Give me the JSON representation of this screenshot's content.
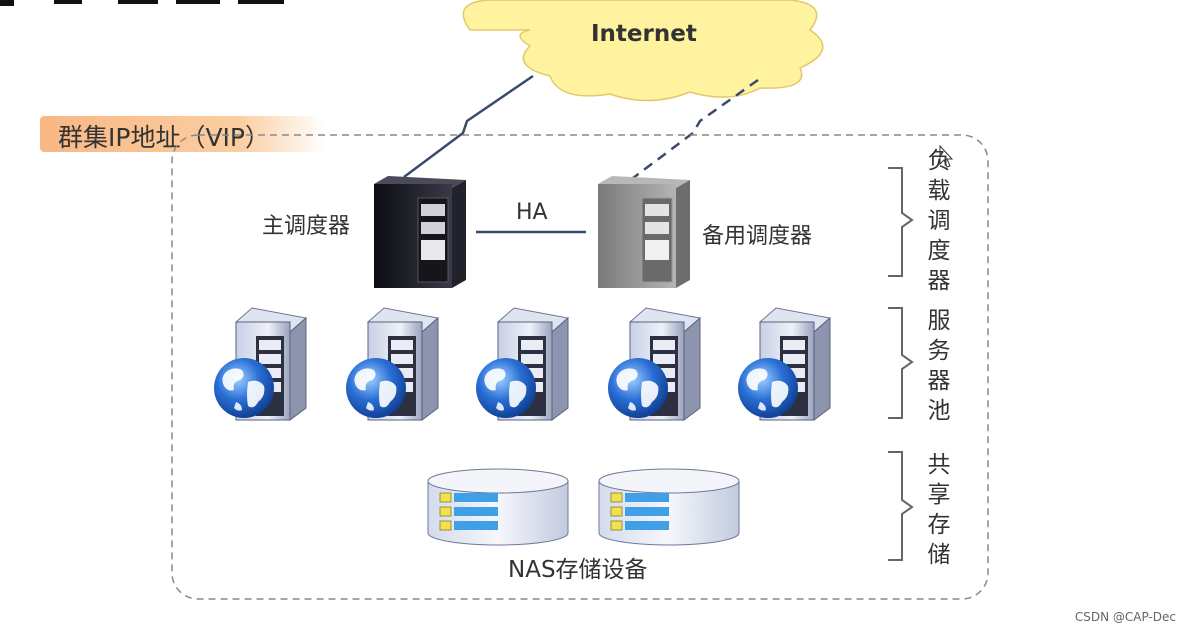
{
  "cloud": {
    "label": "Internet"
  },
  "vip": {
    "label": "群集IP地址（VIP）"
  },
  "director": {
    "primary_label": "主调度器",
    "backup_label": "备用调度器",
    "ha_label": "HA"
  },
  "storage": {
    "label": "NAS存储设备"
  },
  "tiers": {
    "load_balancer": "负载调度器",
    "server_pool": "服务器池",
    "shared_storage": "共享存储"
  },
  "watermark": "CSDN @CAP-Dec",
  "colors": {
    "cloud_fill": "#fff3a0",
    "vip_banner": "#f7a96e",
    "primary_server": "#1a1a24",
    "backup_server": "#8c8c8c",
    "globe": "#2a6fd6",
    "storage_bar": "#3fa0e8"
  }
}
